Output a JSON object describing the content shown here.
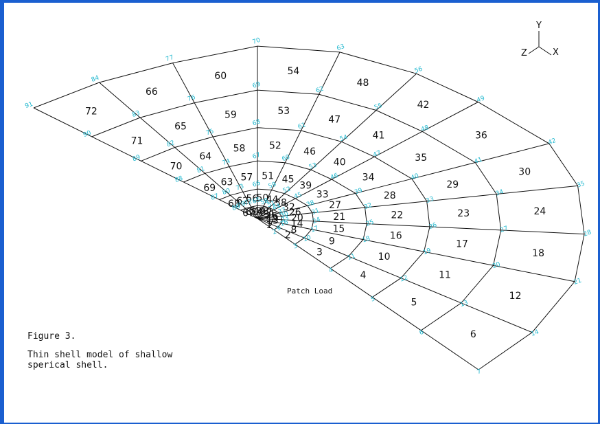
{
  "figure": {
    "title": "Figure 3.",
    "caption_lines": [
      "Thin shell model of shallow",
      "sperical shell."
    ],
    "load_label": "Patch Load"
  },
  "triad": {
    "y": "Y",
    "x": "X",
    "z": "Z"
  },
  "mesh": {
    "rings": 6,
    "sectors": 12,
    "element_labels": [
      "1",
      "2",
      "3",
      "4",
      "5",
      "6",
      "7",
      "8",
      "9",
      "10",
      "11",
      "12",
      "13",
      "14",
      "15",
      "16",
      "17",
      "18",
      "19",
      "20",
      "21",
      "22",
      "23",
      "24",
      "25",
      "26",
      "27",
      "28",
      "29",
      "30",
      "31",
      "32",
      "33",
      "34",
      "35",
      "36",
      "37",
      "38",
      "39",
      "40",
      "41",
      "42",
      "43",
      "44",
      "45",
      "46",
      "47",
      "48",
      "49",
      "50",
      "51",
      "52",
      "53",
      "54",
      "55",
      "56",
      "57",
      "58",
      "59",
      "60",
      "61",
      "62",
      "63",
      "64",
      "65",
      "66",
      "67",
      "68",
      "69",
      "70",
      "71",
      "72"
    ],
    "node_labels": [
      "1",
      "2",
      "3",
      "4",
      "5",
      "6",
      "7",
      "8",
      "9",
      "10",
      "11",
      "12",
      "13",
      "14",
      "15",
      "16",
      "17",
      "18",
      "19",
      "20",
      "21",
      "22",
      "23",
      "24",
      "25",
      "26",
      "27",
      "28",
      "29",
      "30",
      "31",
      "32",
      "33",
      "34",
      "35",
      "36",
      "37",
      "38",
      "39",
      "40",
      "41",
      "42",
      "43",
      "44",
      "45",
      "46",
      "47",
      "48",
      "49",
      "50",
      "51",
      "52",
      "53",
      "54",
      "55",
      "56",
      "57",
      "58",
      "59",
      "60",
      "61",
      "62",
      "63",
      "64",
      "65",
      "66",
      "67",
      "68",
      "69",
      "70",
      "71",
      "72",
      "73",
      "74",
      "75",
      "76",
      "77",
      "78",
      "79",
      "80",
      "81",
      "82",
      "83",
      "84",
      "85",
      "86",
      "87",
      "88",
      "89",
      "90",
      "91"
    ]
  },
  "colors": {
    "frame": "#1a5fd0",
    "node_label": "#22b8cf",
    "mesh_line": "#111111"
  }
}
